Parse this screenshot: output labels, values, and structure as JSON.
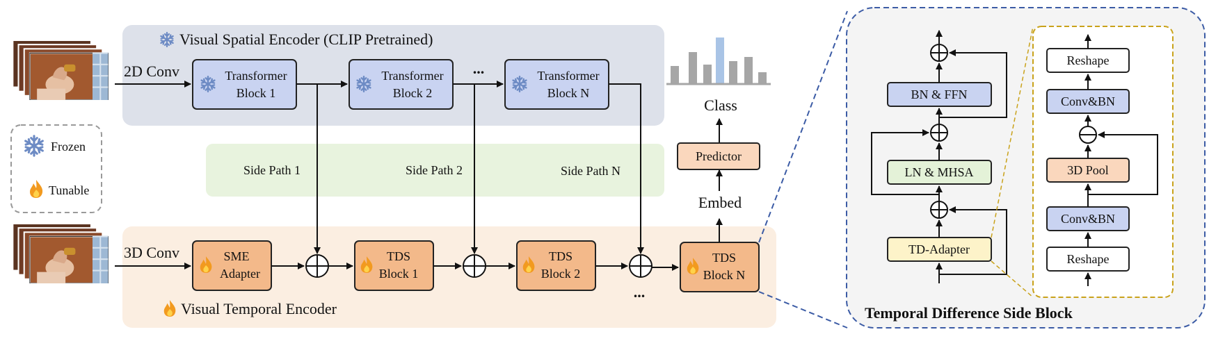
{
  "spatial_encoder": {
    "title": "Visual Spatial Encoder (CLIP Pretrained)",
    "input_op": "2D Conv",
    "blocks": [
      {
        "line1": "Transformer",
        "line2": "Block 1"
      },
      {
        "line1": "Transformer",
        "line2": "Block 2"
      },
      {
        "line1": "Transformer",
        "line2": "Block N"
      }
    ],
    "ellipsis": "..."
  },
  "side_paths": [
    "Side Path 1",
    "Side Path 2",
    "Side Path N"
  ],
  "legend": {
    "frozen": "Frozen",
    "tunable": "Tunable"
  },
  "temporal_encoder": {
    "title": "Visual Temporal Encoder",
    "input_op": "3D Conv",
    "blocks": [
      {
        "line1": "SME",
        "line2": "Adapter"
      },
      {
        "line1": "TDS",
        "line2": "Block 1"
      },
      {
        "line1": "TDS",
        "line2": "Block 2"
      },
      {
        "line1": "TDS",
        "line2": "Block N"
      }
    ],
    "ellipsis": "..."
  },
  "head": {
    "predictor": "Predictor",
    "embed": "Embed",
    "class": "Class"
  },
  "tds_detail": {
    "title": "Temporal Difference Side  Block",
    "bn_ffn": "BN & FFN",
    "ln_mhsa": "LN & MHSA",
    "td_adapter": "TD-Adapter"
  },
  "td_adapter_detail": {
    "reshape_top": "Reshape",
    "conv_bn_top": "Conv&BN",
    "pool": "3D Pool",
    "conv_bn_bottom": "Conv&BN",
    "reshape_bottom": "Reshape"
  },
  "colors": {
    "spatial_bg": "#dde1ea",
    "side_bg": "#e8f3de",
    "temporal_bg": "#fbeee1",
    "transformer_fill": "#c9d3f1",
    "tds_fill": "#f3b98a",
    "predictor_fill": "#fad7bd",
    "ln_fill": "#e4f2d8",
    "td_fill": "#fdf3c9",
    "frozen_icon": "#6d8bc4",
    "tunable_icon": "#f29a1f",
    "detail_border": "#3b5ba5",
    "adapter_border": "#c9a21a"
  }
}
